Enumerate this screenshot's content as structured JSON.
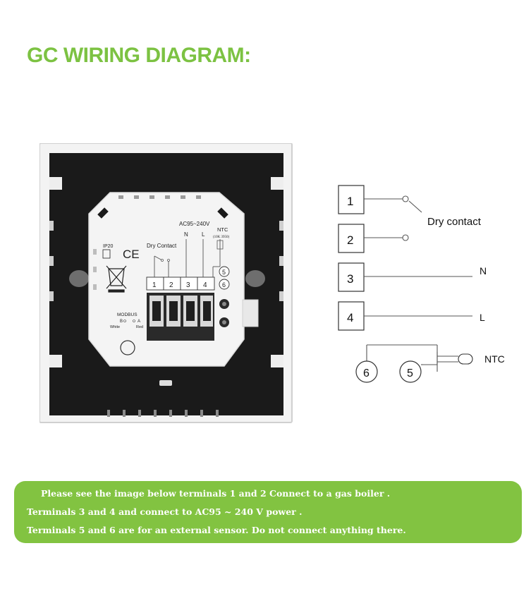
{
  "title": "GC WIRING DIAGRAM:",
  "colors": {
    "title": "#7cc242",
    "banner": "#82c341",
    "device_frame": "#f3f3f3",
    "device_back": "#1a1a1a",
    "module": "#f4f4f4",
    "line": "#555555"
  },
  "device": {
    "voltage": "AC95~240V",
    "n_label": "N",
    "l_label": "L",
    "ntc_label": "NTC",
    "ntc_spec": "(10K 3950)",
    "ip_rating": "IP20",
    "ce_mark": "CE",
    "weee_icon": "crossed-bin",
    "dry_contact": "Dry Contact",
    "terminals": [
      "1",
      "2",
      "3",
      "4"
    ],
    "sensor_terminals": [
      "5",
      "6"
    ],
    "modbus": "MODBUS",
    "modbus_b": "B",
    "modbus_a": "A",
    "modbus_white": "White",
    "modbus_red": "Red"
  },
  "schematic": {
    "boxes": [
      "1",
      "2",
      "3",
      "4"
    ],
    "dry_contact": "Dry contact",
    "n_label": "N",
    "l_label": "L",
    "ntc_label": "NTC",
    "circles": [
      "6",
      "5"
    ]
  },
  "notes": [
    "Please see the image below terminals 1 and 2 Connect to a gas boiler .",
    "Terminals 3 and 4 and connect to AC95 ~ 240 V power .",
    "Terminals 5 and 6 are for an external sensor. Do not connect anything there."
  ]
}
